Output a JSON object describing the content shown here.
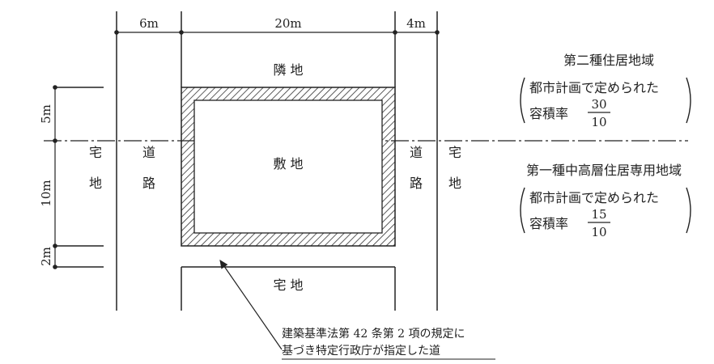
{
  "dimensions": {
    "left_road_width": "6m",
    "site_width": "20m",
    "right_road_width": "4m",
    "upper_depth": "5m",
    "site_depth": "10m",
    "setback_depth": "2m"
  },
  "areas": {
    "neighbor_lot": "隣 地",
    "site": "敷 地",
    "residential_bottom": "宅 地",
    "left_residential": [
      "宅",
      "地"
    ],
    "left_road": [
      "道",
      "路"
    ],
    "right_road": [
      "道",
      "路"
    ],
    "right_residential": [
      "宅",
      "地"
    ]
  },
  "zones": [
    {
      "name": "第二種住居地域",
      "plan_label": "都市計画で定められた",
      "far_label": "容積率",
      "far_numerator": "30",
      "far_denominator": "10"
    },
    {
      "name": "第一種中高層住居専用地域",
      "plan_label": "都市計画で定められた",
      "far_label": "容積率",
      "far_numerator": "15",
      "far_denominator": "10"
    }
  ],
  "callout": {
    "line1": "建築基準法第 42 条第 2 項の規定に",
    "line2": "基づき特定行政庁が指定した道"
  }
}
